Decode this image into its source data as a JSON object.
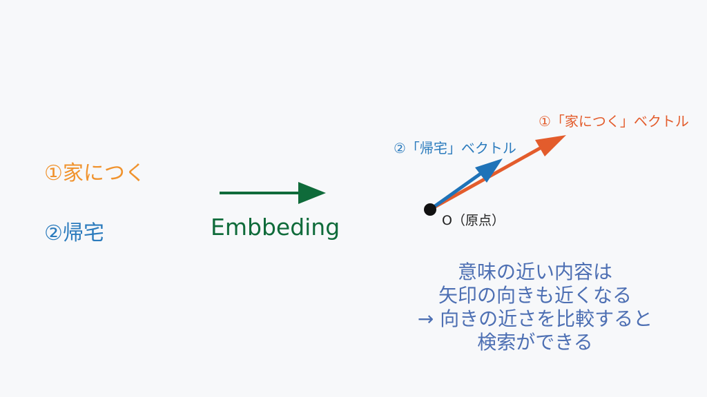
{
  "inputs": {
    "term1": "①家につく",
    "term2": "②帰宅"
  },
  "embedding_label": "Embbeding",
  "vectors": {
    "vec1_label": "①「家につく」ベクトル",
    "vec2_label": "②「帰宅」ベクトル",
    "origin_label": "O（原点）"
  },
  "note": {
    "line1": "意味の近い内容は",
    "line2": "矢印の向きも近くなる",
    "line3": "→ 向きの近さを比較すると",
    "line4": "検索ができる"
  },
  "colors": {
    "term1": "#f0932e",
    "term2": "#2b7bbd",
    "embedding_arrow": "#0f6b3a",
    "vec1_arrow": "#e35c2c",
    "vec2_arrow": "#1f73b8",
    "origin": "#111111",
    "note_text": "#4d6fb3",
    "background": "#f7f8fa"
  }
}
